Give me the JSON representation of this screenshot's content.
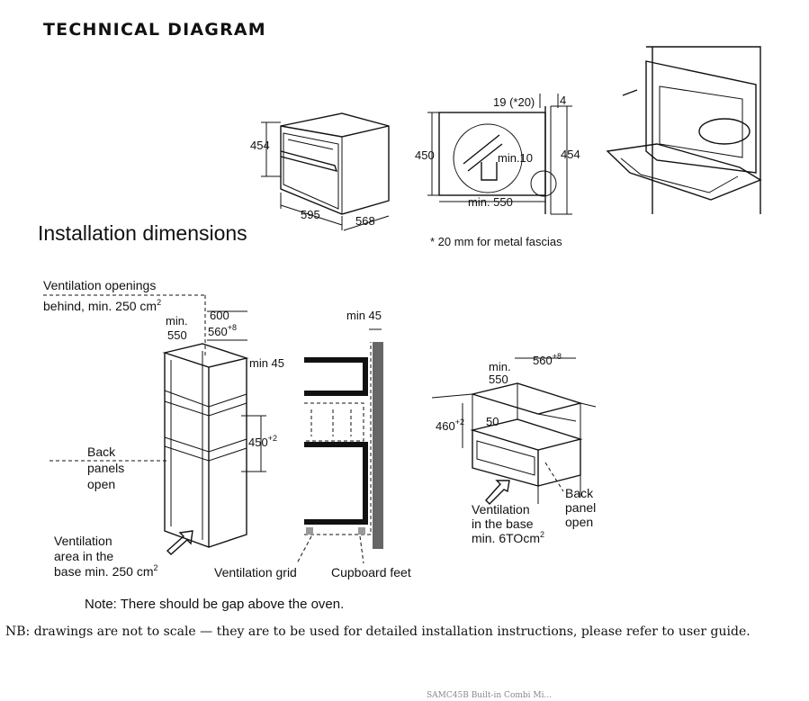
{
  "header": {
    "title": "TECHNICAL DIAGRAM"
  },
  "section": {
    "heading": "Installation dimensions"
  },
  "oven_view": {
    "height": "454",
    "width": "595",
    "depth": "568"
  },
  "section_view": {
    "top_left": "19 (*20)",
    "top_right": "4",
    "left_height": "450",
    "right_height": "454",
    "gap": "min.10",
    "bottom_width": "min. 550"
  },
  "fascia_note": "* 20 mm for metal fascias",
  "tall_unit": {
    "vent_label_line1": "Ventilation openings",
    "vent_label_line2": "behind, min. 250 cm",
    "vent_label_sup": "2",
    "min_label": "min.",
    "min_value": "550",
    "width_top": "600",
    "width_inner": "560",
    "width_inner_sup": "+8",
    "min_depth": "min 45",
    "height": "450",
    "height_sup": "+2",
    "back_panels": [
      "Back",
      "panels",
      "open"
    ],
    "vent_area": [
      "Ventilation",
      "area in the",
      "base min. 250 cm"
    ],
    "vent_area_sup": "2"
  },
  "side_view": {
    "min_top": "min 45",
    "vent_grid": "Ventilation grid",
    "cupboard_feet": "Cupboard feet"
  },
  "under_counter": {
    "min_label": "min.",
    "min_value": "550",
    "width": "560",
    "width_sup": "+8",
    "height": "460",
    "height_sup": "+2",
    "gap": "50",
    "back_panel": [
      "Back",
      "panel",
      "open"
    ],
    "vent_base": [
      "Ventilation",
      "in the base",
      "min. 6TOcm"
    ],
    "vent_base_sup": "2"
  },
  "notes": {
    "gap_note": "Note: There should be gap above the oven.",
    "nb": "NB: drawings are not to scale — they are to be used for detailed installation instructions, please refer to user guide."
  },
  "footer": "SAMC45B Built-in Combi Mi..."
}
